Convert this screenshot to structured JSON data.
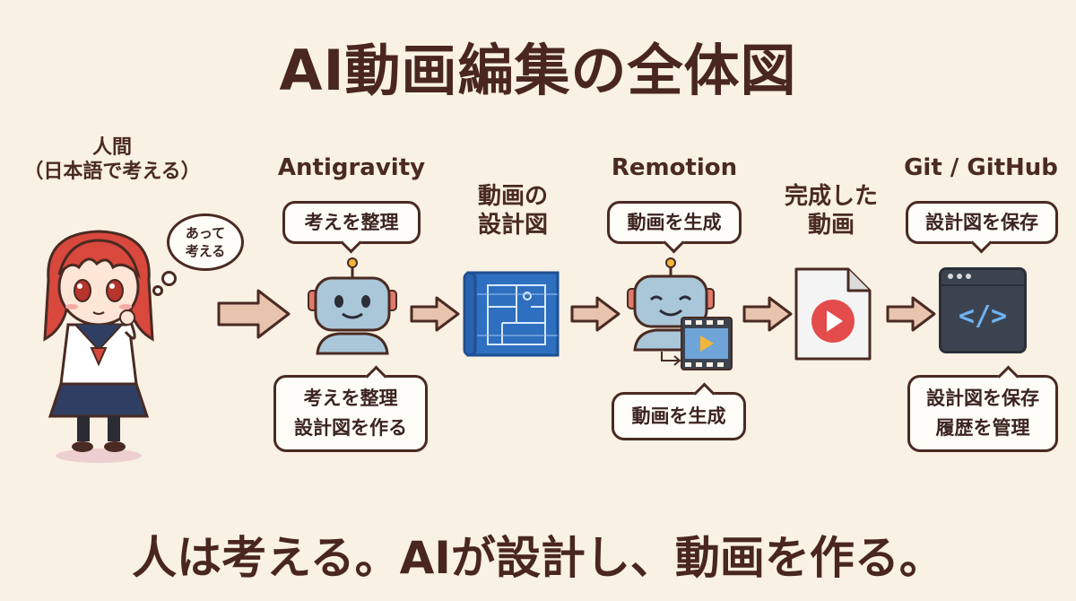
{
  "title": "AI動画編集の全体図",
  "tagline": "人は考える。AIが設計し、動画を作る。",
  "human": {
    "label_line1": "人間",
    "label_line2": "（日本語で考える）",
    "thought_line1": "あって",
    "thought_line2": "考える"
  },
  "antigravity": {
    "label": "Antigravity",
    "bubble_top": "考えを整理",
    "bubble_bottom_line1": "考えを整理",
    "bubble_bottom_line2": "設計図を作る"
  },
  "blueprint": {
    "label_line1": "動画の",
    "label_line2": "設計図"
  },
  "remotion": {
    "label": "Remotion",
    "bubble_top": "動画を生成",
    "bubble_bottom": "動画を生成"
  },
  "finished": {
    "label_line1": "完成した",
    "label_line2": "動画"
  },
  "git": {
    "label": "Git / GitHub",
    "bubble_top": "設計図を保存",
    "bubble_bottom_line1": "設計図を保存",
    "bubble_bottom_line2": "履歴を管理",
    "code_glyph": "</>"
  },
  "colors": {
    "arrow": "#e8c3ad",
    "arrow_stroke": "#4a2a22",
    "robot": "#a9c7d8",
    "blueprint": "#2f6fc0",
    "play_red": "#e44b4b",
    "code_window": "#3c4350",
    "hair": "#d8483d"
  },
  "icons": [
    "thought-bubble-icon",
    "robot-icon",
    "blueprint-icon",
    "film-strip-icon",
    "video-file-icon",
    "code-window-icon",
    "arrow-right-icon"
  ]
}
